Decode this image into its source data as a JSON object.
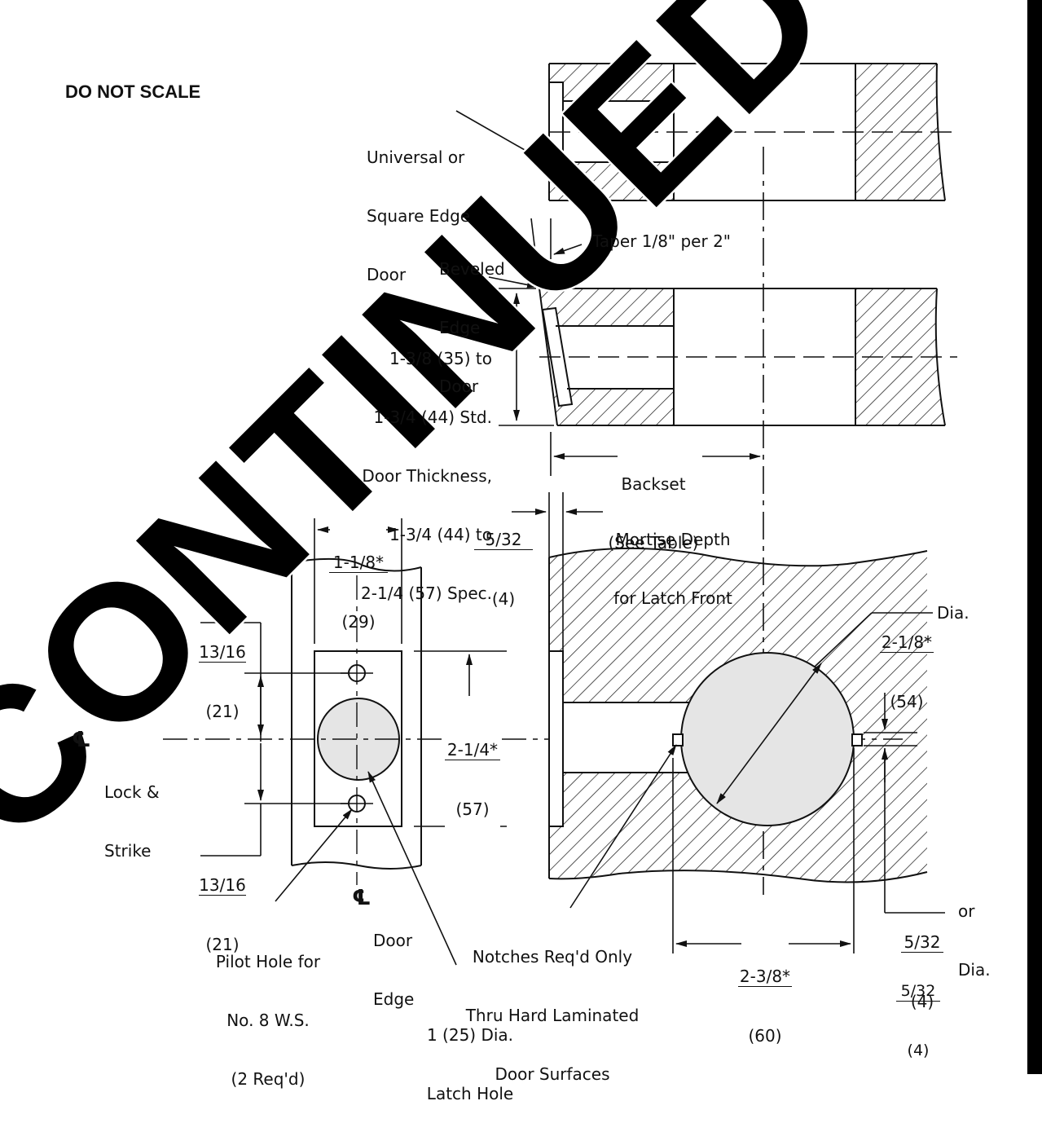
{
  "header": {
    "title": "DO NOT SCALE"
  },
  "watermark": {
    "text": "DISCONTINUED",
    "color": "#000000"
  },
  "top_view": {
    "universal_door": [
      "Universal or",
      "Square Edge",
      "Door"
    ],
    "beveled_door": [
      "Beveled",
      "Edge",
      "Door"
    ],
    "taper": "Taper 1/8\" per 2\"",
    "thickness": [
      "1-3/8 (35) to",
      "1-3/4 (44) Std.",
      "Door Thickness,",
      "1-3/4 (44) to",
      "2-1/4 (57) Spec."
    ],
    "backset": [
      "Backset",
      "(See Table)"
    ]
  },
  "mortise": {
    "depth_num": "5/32",
    "depth_mm": "(4)",
    "label": [
      "Mortise Depth",
      "for Latch Front"
    ]
  },
  "edge_view": {
    "width_num": "1-1/8*",
    "width_mm": "(29)",
    "upper_num": "13/16",
    "upper_mm": "(21)",
    "lower_num": "13/16",
    "lower_mm": "(21)",
    "height_num": "2-1/4*",
    "height_mm": "(57)",
    "lock_strike_symbol": "℄",
    "lock_strike": [
      "Lock &",
      "Strike"
    ],
    "door_edge_symbol": "℄",
    "door_edge": [
      "Door",
      "Edge"
    ],
    "pilot_hole": [
      "Pilot Hole for",
      "No. 8 W.S.",
      "(2 Req'd)"
    ],
    "latch_hole": [
      "1 (25) Dia.",
      "Latch Hole"
    ]
  },
  "section_view": {
    "bore_num": "2-1/8*",
    "bore_mm": "(54)",
    "bore_dia": "Dia.",
    "notches": [
      "Notches Req'd Only",
      "Thru Hard Laminated",
      "Door Surfaces"
    ],
    "width_num": "2-3/8*",
    "width_mm": "(60)",
    "notch_num": "5/32",
    "notch_mm": "(4)",
    "notch_or": "or",
    "notch_dia_num": "5/32",
    "notch_dia_mm": "(4)",
    "notch_dia": "Dia."
  }
}
